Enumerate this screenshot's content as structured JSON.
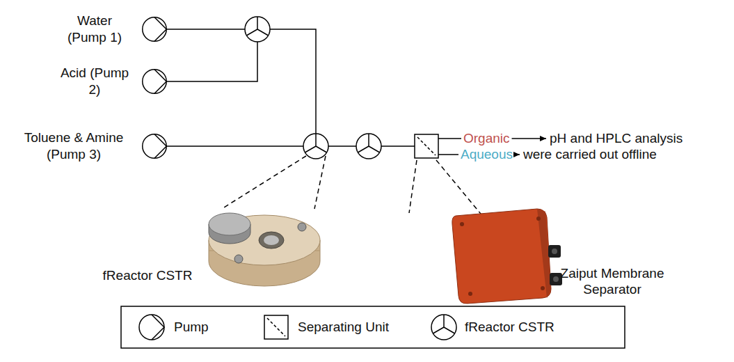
{
  "diagram": {
    "nodes": [
      {
        "text": [
          "Water (Pump 1)"
        ]
      },
      {
        "text": [
          "Acid (Pump 2)"
        ]
      },
      {
        "text": [
          "Toluene & Amine (Pump 3)"
        ]
      }
    ],
    "labels": [
      "Organic",
      "Aqueous",
      "pH and HPLC analysis",
      "were carried out offline",
      "fReactor CSTR",
      "Zaiput Membrane Separator"
    ],
    "legend": [
      {
        "text": "Pump"
      },
      {
        "text": "Separating Unit"
      },
      {
        "text": "fReactor CSTR"
      }
    ]
  }
}
